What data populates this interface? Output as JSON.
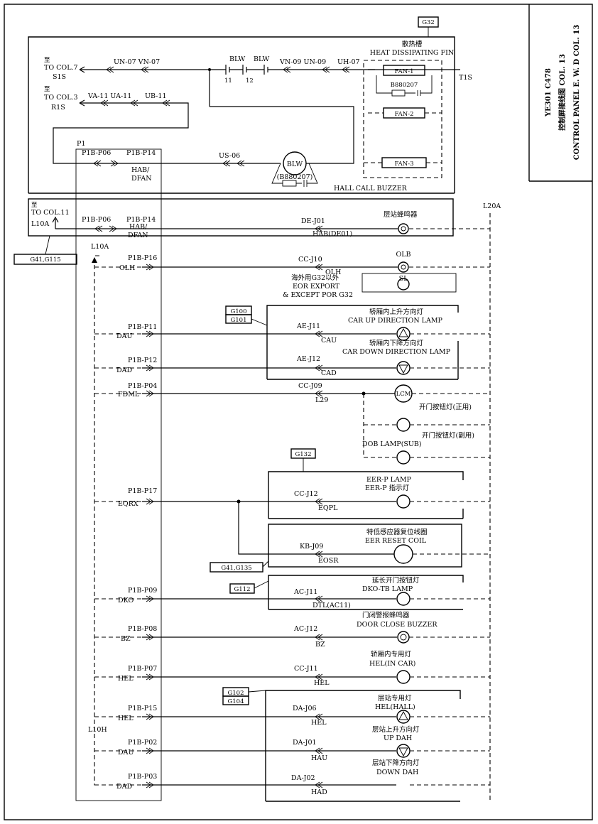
{
  "title_block": {
    "line1": "YE301 C478",
    "line2": "控制屏接线图 COL. 13",
    "line3": "CONTROL PANEL E. W. D COL. 13"
  },
  "refs": {
    "g32": "G32",
    "g41_g115": "G41,G115",
    "g100": "G100",
    "g101": "G101",
    "g132": "G132",
    "g41_g135": "G41,G135",
    "g112": "G112",
    "g102": "G102",
    "g104": "G104"
  },
  "top": {
    "heat_cn": "散热槽",
    "heat_en": "HEAT DISSIPATING FIN",
    "to_col7_cn": "至",
    "to_col7": "TO COL.7",
    "s1s": "S1S",
    "to_col3_cn": "至",
    "to_col3": "TO COL.3",
    "r1s": "R1S",
    "un07_vn07": "UN-07 VN-07",
    "blw1": "BLW",
    "blw2": "BLW",
    "n11": "11",
    "n12": "12",
    "vn09_un09": "VN-09 UN-09",
    "uh07": "UH-07",
    "va11_ua11": "VA-11 UA-11",
    "ub11": "UB-11",
    "fan1": "FAN-1",
    "b880207": "B880207",
    "fan2": "FAN-2",
    "fan3": "FAN-3",
    "t1s": "T1S",
    "p1": "P1",
    "p1b_p06": "P1B-P06",
    "p1b_p14": "P1B-P14",
    "hab_dfan": "HAB/",
    "dfan": "DFAN",
    "us06": "US-06",
    "blw_motor": "BLW",
    "b880207b": "(B880207)",
    "hall_buzzer": "HALL CALL BUZZER"
  },
  "sec2": {
    "to_cn": "至",
    "to_col11": "TO COL.11",
    "l10a": "L10A",
    "p1b_p06": "P1B-P06",
    "p1b_p14": "P1B-P14",
    "hab": "HAB/",
    "dfan": "DFAN",
    "de_j01": "DE-J01",
    "hab_de01": "HAB(DE01)",
    "buzzer_cn": "层站蜂鸣器",
    "l20a": "L20A"
  },
  "rows": {
    "l10a_2": "L10A",
    "olh_pin": "P1B-P16",
    "olh": "OLH",
    "cc_j10": "CC-J10",
    "olh2": "OLH",
    "olb": "OLB",
    "export_cn": "海外用G32以外",
    "export_en1": "EOR EXPORT",
    "export_en2": "& EXCEPT POR G32",
    "sl": "SL",
    "up_cn": "轿厢内上升方向灯",
    "up_en": "CAR UP DIRECTION LAMP",
    "dau_pin": "P1B-P11",
    "dau": "DAU",
    "ae_j11": "AE-J11",
    "cau": "CAU",
    "down_cn": "轿厢内下降方向灯",
    "down_en": "CAR DOWN DIRECTION LAMP",
    "dad_pin": "P1B-P12",
    "dad": "DAD",
    "ae_j12": "AE-J12",
    "cad": "CAD",
    "fdml_pin": "P1B-P04",
    "fdml": "FDML",
    "cc_j09": "CC-J09",
    "l29": "L29",
    "lcm": "LCM",
    "dob_main_cn": "开门按钮灯(正用)",
    "dob_sub_cn": "开门按钮灯(副用)",
    "dob_sub_en": "DOB LAMP(SUB)",
    "eer_en": "EER-P LAMP",
    "eer_cn": "EER-P 指示灯",
    "eqrx_pin": "P1B-P17",
    "eqrx": "EQRX",
    "cc_j12": "CC-J12",
    "eqpl": "EQPL",
    "coil_cn": "特低感应器复位线圈",
    "coil_en": "EER RESET COIL",
    "kb_j09": "KB-J09",
    "eosr": "EOSR",
    "dko_cn": "延长开门按钮灯",
    "dko_en": "DKO-TB LAMP",
    "dko_pin": "P1B-P09",
    "dko": "DKO",
    "ac_j11": "AC-J11",
    "dtl": "DTL(AC11)",
    "bz_cn": "门闭警报蜂鸣器",
    "bz_en": "DOOR CLOSE BUZZER",
    "bz_pin": "P1B-P08",
    "bz": "BZ",
    "ac_j12": "AC-J12",
    "bz2": "BZ",
    "helc_cn": "轿厢内专用灯",
    "helc_en": "HEL(IN CAR)",
    "helc_pin": "P1B-P07",
    "helc": "HEL",
    "cc_j11": "CC-J11",
    "helc2": "HEL",
    "helh_cn": "层站专用灯",
    "helh_en": "HEL(HALL)",
    "helh_pin": "P1B-P15",
    "helh": "HEL",
    "da_j06": "DA-J06",
    "helh2": "HEL",
    "updah_cn": "层站上升方向灯",
    "updah_en": "UP DAH",
    "l10h": "L10H",
    "dau2_pin": "P1B-P02",
    "dau2": "DAU",
    "da_j01": "DA-J01",
    "hau": "HAU",
    "dndah_cn": "层站下降方向灯",
    "dndah_en": "DOWN DAH",
    "dad2_pin": "P1B-P03",
    "dad2": "DAD",
    "da_j02": "DA-J02",
    "had": "HAD"
  }
}
